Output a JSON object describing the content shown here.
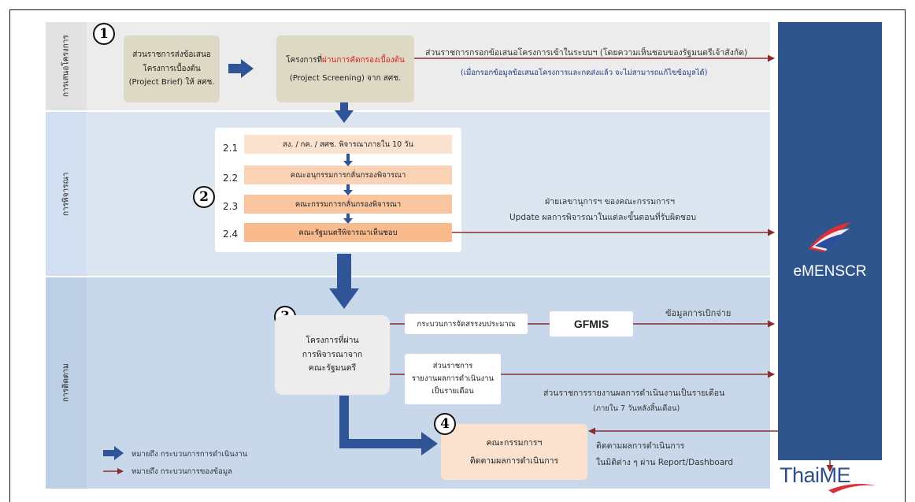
{
  "lanes": {
    "proposal": "การเสนอโครงการ",
    "consideration": "การพิจารณา",
    "monitoring": "การติดตาม"
  },
  "step_numbers": [
    "1",
    "2",
    "3",
    "4"
  ],
  "stage1": {
    "submit_box": [
      "ส่วนราชการส่งข้อเสนอ",
      "โครงการเบื้องต้น",
      "(Project Brief) ให้ สศช."
    ],
    "screen_box": {
      "line1_prefix": "โครงการที่",
      "line1_highlight": "ผ่านการคัดกรองเบื้องต้น",
      "line2": "(Project  Screening) จาก สศช."
    },
    "arrow_label": "ส่วนราชการกรอกข้อเสนอโครงการเข้าในระบบฯ (โดยความเห็นชอบของรัฐมนตรีเจ้าสังกัด)",
    "arrow_note": "(เมื่อกรอกข้อมูลข้อเสนอโครงการและกดส่งแล้ว จะไม่สามารถแก้ไขข้อมูลได้)"
  },
  "stage2": {
    "steps": [
      {
        "num": "2.1",
        "label": "สง. / กค. / สศช. พิจารณาภายใน 10 วัน"
      },
      {
        "num": "2.2",
        "label": "คณะอนุกรรมการกลั่นกรองพิจารณา"
      },
      {
        "num": "2.3",
        "label": "คณะกรรมการกลั่นกรองพิจารณา"
      },
      {
        "num": "2.4",
        "label": "คณะรัฐมนตรีพิจารณาเห็นชอบ"
      }
    ],
    "arrow_label_1": "ฝ่ายเลขานุการฯ ของคณะกรรมการฯ",
    "arrow_label_2": "Update ผลการพิจารณาในแต่ละขั้นตอนที่รับผิดชอบ"
  },
  "stage3": {
    "approved_box": [
      "โครงการที่ผ่าน",
      "การพิจารณาจาก",
      "คณะรัฐมนตรี"
    ],
    "budget_box": "กระบวนการจัดสรรงบประมาณ",
    "gfmis": "GFMIS",
    "disbursement_label": "ข้อมูลการเบิกจ่าย",
    "report_box": [
      "ส่วนราชการ",
      "รายงานผลการดำเนินงาน",
      "เป็นรายเดือน"
    ],
    "report_label": "ส่วนราชการรายงานผลการดำเนินงานเป็นรายเดือน",
    "report_note": "(ภายใน 7 วันหลังสิ้นเดือน)"
  },
  "stage4": {
    "committee_box": [
      "คณะกรรมการฯ",
      "ติดตามผลการดำเนินการ"
    ],
    "follow_label_1": "ติดตามผลการดำเนินการ",
    "follow_label_2": "ในมิติต่าง ๆ ผ่าน Report/Dashboard"
  },
  "legend": {
    "process": "หมายถึง กระบวนการการดำเนินงาน",
    "data": "หมายถึง กระบวนการของข้อมูล"
  },
  "system": {
    "name": "eMENSCR"
  },
  "logo": "ThaiME",
  "colors": {
    "lane_light": "#ececec",
    "lane_blue": "#dce6f1",
    "lane_mid": "#c8d8ea",
    "khaki": "#ddd9c4",
    "peach": "#fbe2cf",
    "orange": "#f9bb8d",
    "system_blue": "#2f558c",
    "process_arrow": "#2f5597",
    "data_arrow": "#8b2c2c",
    "highlight_red": "#e0201e"
  }
}
